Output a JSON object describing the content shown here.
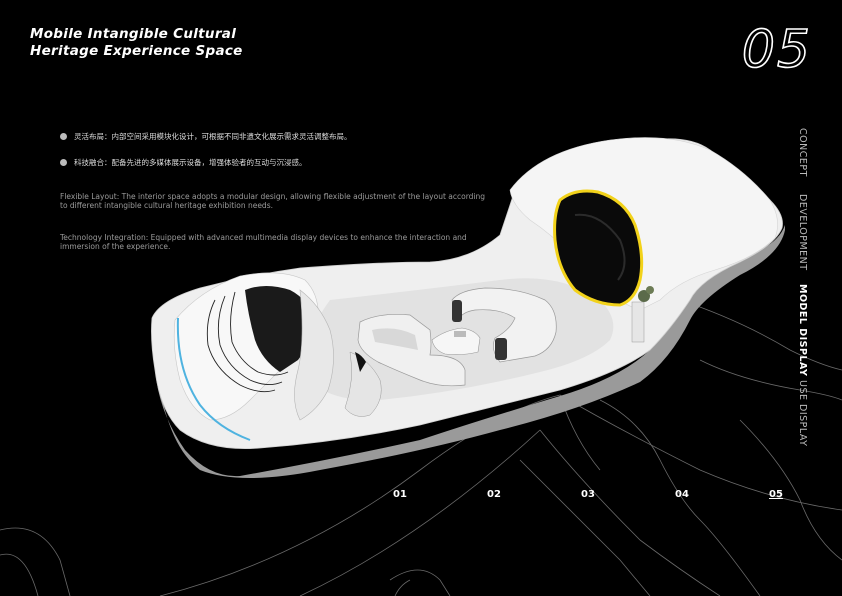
{
  "header": {
    "title_line1": "Mobile Intangible Cultural",
    "title_line2": "Heritage Experience Space",
    "page_number": "05"
  },
  "bullets": [
    "灵活布局：内部空间采用模块化设计，可根据不同非遗文化展示需求灵活调整布局。",
    "科技融合：配备先进的多媒体展示设备，增强体验者的互动与沉浸感。"
  ],
  "paragraphs": [
    "Flexible Layout: The interior space adopts a modular design, allowing flexible adjustment of the layout according to different intangible cultural heritage exhibition needs.",
    "Technology Integration: Equipped with advanced multimedia display devices to enhance the interaction and immersion of the experience."
  ],
  "nav": {
    "items": [
      "CONCEPT",
      "DEVELOPMENT",
      "MODEL DISPLAY",
      "USE DISPLAY"
    ],
    "active": "MODEL DISPLAY"
  },
  "pages": {
    "numbers": [
      "01",
      "02",
      "03",
      "04",
      "05"
    ],
    "active": "05"
  },
  "colors": {
    "background": "#000000",
    "model_body": "#f2f2f2",
    "screen_frame": "#f2d21a",
    "accent_blue": "#4fb3e0"
  }
}
